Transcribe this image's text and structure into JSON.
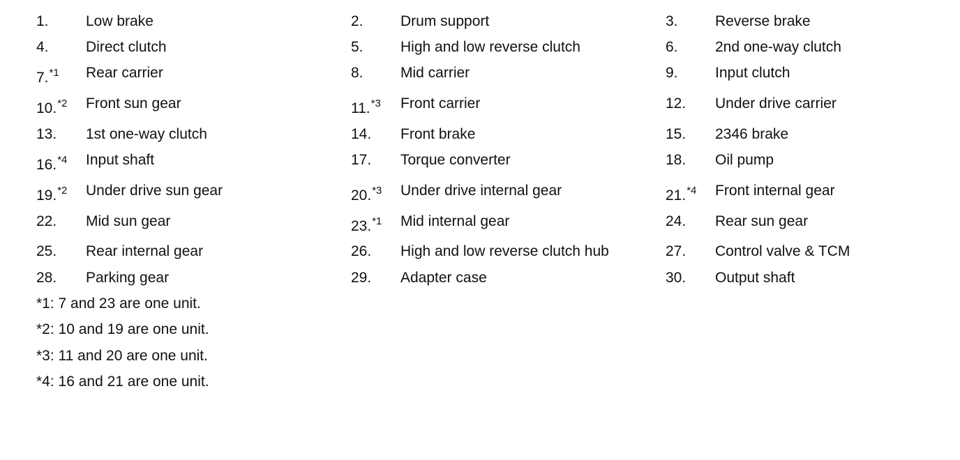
{
  "rows": [
    [
      {
        "num": "1.",
        "sup": "",
        "name": "Low brake"
      },
      {
        "num": "2.",
        "sup": "",
        "name": "Drum support"
      },
      {
        "num": "3.",
        "sup": "",
        "name": "Reverse brake"
      }
    ],
    [
      {
        "num": "4.",
        "sup": "",
        "name": "Direct clutch"
      },
      {
        "num": "5.",
        "sup": "",
        "name": "High and low reverse clutch"
      },
      {
        "num": "6.",
        "sup": "",
        "name": "2nd one-way clutch"
      }
    ],
    [
      {
        "num": "7.",
        "sup": "*1",
        "name": "Rear carrier"
      },
      {
        "num": "8.",
        "sup": "",
        "name": "Mid carrier"
      },
      {
        "num": "9.",
        "sup": "",
        "name": "Input clutch"
      }
    ],
    [
      {
        "num": "10.",
        "sup": "*2",
        "name": "Front sun gear"
      },
      {
        "num": "11.",
        "sup": "*3",
        "name": "Front carrier"
      },
      {
        "num": "12.",
        "sup": "",
        "name": "Under drive carrier"
      }
    ],
    [
      {
        "num": "13.",
        "sup": "",
        "name": "1st one-way clutch"
      },
      {
        "num": "14.",
        "sup": "",
        "name": "Front brake"
      },
      {
        "num": "15.",
        "sup": "",
        "name": "2346 brake"
      }
    ],
    [
      {
        "num": "16.",
        "sup": "*4",
        "name": "Input shaft"
      },
      {
        "num": "17.",
        "sup": "",
        "name": "Torque converter"
      },
      {
        "num": "18.",
        "sup": "",
        "name": "Oil pump"
      }
    ],
    [
      {
        "num": "19.",
        "sup": "*2",
        "name": "Under drive sun gear"
      },
      {
        "num": "20.",
        "sup": "*3",
        "name": "Under drive internal gear"
      },
      {
        "num": "21.",
        "sup": "*4",
        "name": "Front internal gear"
      }
    ],
    [
      {
        "num": "22.",
        "sup": "",
        "name": "Mid sun gear"
      },
      {
        "num": "23.",
        "sup": "*1",
        "name": "Mid internal gear"
      },
      {
        "num": "24.",
        "sup": "",
        "name": "Rear sun gear"
      }
    ],
    [
      {
        "num": "25.",
        "sup": "",
        "name": "Rear internal gear"
      },
      {
        "num": "26.",
        "sup": "",
        "name": "High and low reverse clutch hub"
      },
      {
        "num": "27.",
        "sup": "",
        "name": "Control valve & TCM"
      }
    ],
    [
      {
        "num": "28.",
        "sup": "",
        "name": "Parking gear"
      },
      {
        "num": "29.",
        "sup": "",
        "name": "Adapter case"
      },
      {
        "num": "30.",
        "sup": "",
        "name": "Output shaft"
      }
    ]
  ],
  "notes": [
    "*1: 7 and 23 are one unit.",
    "*2: 10 and 19 are one unit.",
    "*3: 11 and 20 are one unit.",
    "*4: 16 and 21 are one unit."
  ]
}
